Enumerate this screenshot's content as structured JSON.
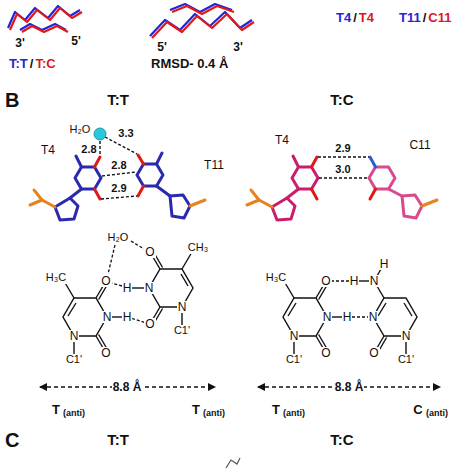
{
  "diagram": {
    "labels": [
      "3'",
      "5'",
      "T:T",
      "/",
      "T:C",
      "RMSD- 0.4 Å",
      "5'",
      "3'",
      "T4",
      "/",
      "T4",
      "T11",
      "/",
      "C11",
      "B",
      "T:T",
      "T:C",
      "T4",
      "H₂O",
      "3.3",
      "2.8",
      "2.8",
      "2.9",
      "T11",
      "T4",
      "2.9",
      "3.0",
      "C11",
      "H₂O",
      "H₃C",
      "O",
      "N",
      "H",
      "O",
      "N",
      "C1'",
      "O",
      "H",
      "N",
      "O",
      "N",
      "CH₃",
      "C1'",
      "8.8 Å",
      "T",
      "(anti)",
      "T",
      "(anti)",
      "H₃C",
      "O",
      "N",
      "H",
      "O",
      "N",
      "C1'",
      "H",
      "N",
      "H",
      "N",
      "O",
      "N",
      "C1'",
      "8.8 Å",
      "T",
      "(anti)",
      "C",
      "(anti)",
      "C",
      "T:T",
      "T:C"
    ]
  }
}
